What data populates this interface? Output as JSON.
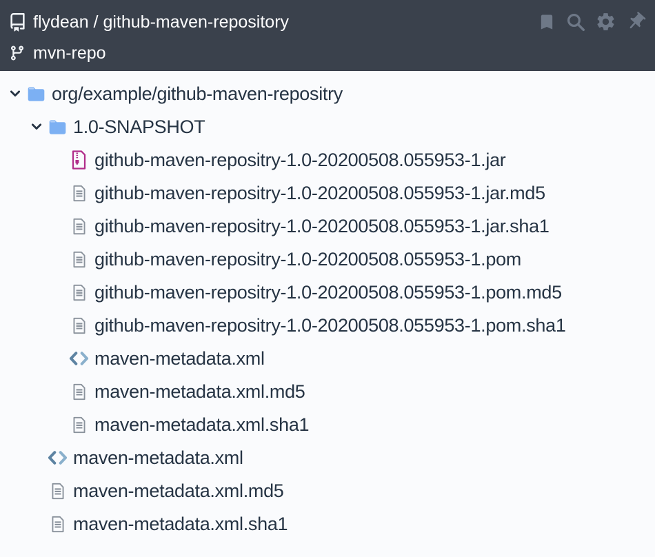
{
  "header": {
    "repo_title": "flydean / github-maven-repository",
    "branch": "mvn-repo",
    "action_icons": [
      "bookmark",
      "search",
      "settings",
      "pin"
    ]
  },
  "colors": {
    "header_bg": "#3a414c",
    "header_text": "#fdfdfe",
    "header_icon_muted": "#6e7887",
    "tree_bg": "#fafbfd",
    "tree_text": "#263444",
    "folder_blue": "#7cb0f3",
    "jar_magenta": "#b12d8a",
    "code_blue_left": "#5d83a2",
    "code_blue_right": "#8ab0cc",
    "doc_gray": "#8a929c"
  },
  "tree": {
    "rows": [
      {
        "label": "org/example/github-maven-repositry",
        "level": 0,
        "type": "folder",
        "expanded": true
      },
      {
        "label": "1.0-SNAPSHOT",
        "level": 1,
        "type": "folder",
        "expanded": true
      },
      {
        "label": "github-maven-repositry-1.0-20200508.055953-1.jar",
        "level": 2,
        "type": "jar"
      },
      {
        "label": "github-maven-repositry-1.0-20200508.055953-1.jar.md5",
        "level": 2,
        "type": "doc"
      },
      {
        "label": "github-maven-repositry-1.0-20200508.055953-1.jar.sha1",
        "level": 2,
        "type": "doc"
      },
      {
        "label": "github-maven-repositry-1.0-20200508.055953-1.pom",
        "level": 2,
        "type": "doc"
      },
      {
        "label": "github-maven-repositry-1.0-20200508.055953-1.pom.md5",
        "level": 2,
        "type": "doc"
      },
      {
        "label": "github-maven-repositry-1.0-20200508.055953-1.pom.sha1",
        "level": 2,
        "type": "doc"
      },
      {
        "label": "maven-metadata.xml",
        "level": 2,
        "type": "code"
      },
      {
        "label": "maven-metadata.xml.md5",
        "level": 2,
        "type": "doc"
      },
      {
        "label": "maven-metadata.xml.sha1",
        "level": 2,
        "type": "doc"
      },
      {
        "label": "maven-metadata.xml",
        "level": 1,
        "type": "code"
      },
      {
        "label": "maven-metadata.xml.md5",
        "level": 1,
        "type": "doc"
      },
      {
        "label": "maven-metadata.xml.sha1",
        "level": 1,
        "type": "doc"
      }
    ]
  }
}
